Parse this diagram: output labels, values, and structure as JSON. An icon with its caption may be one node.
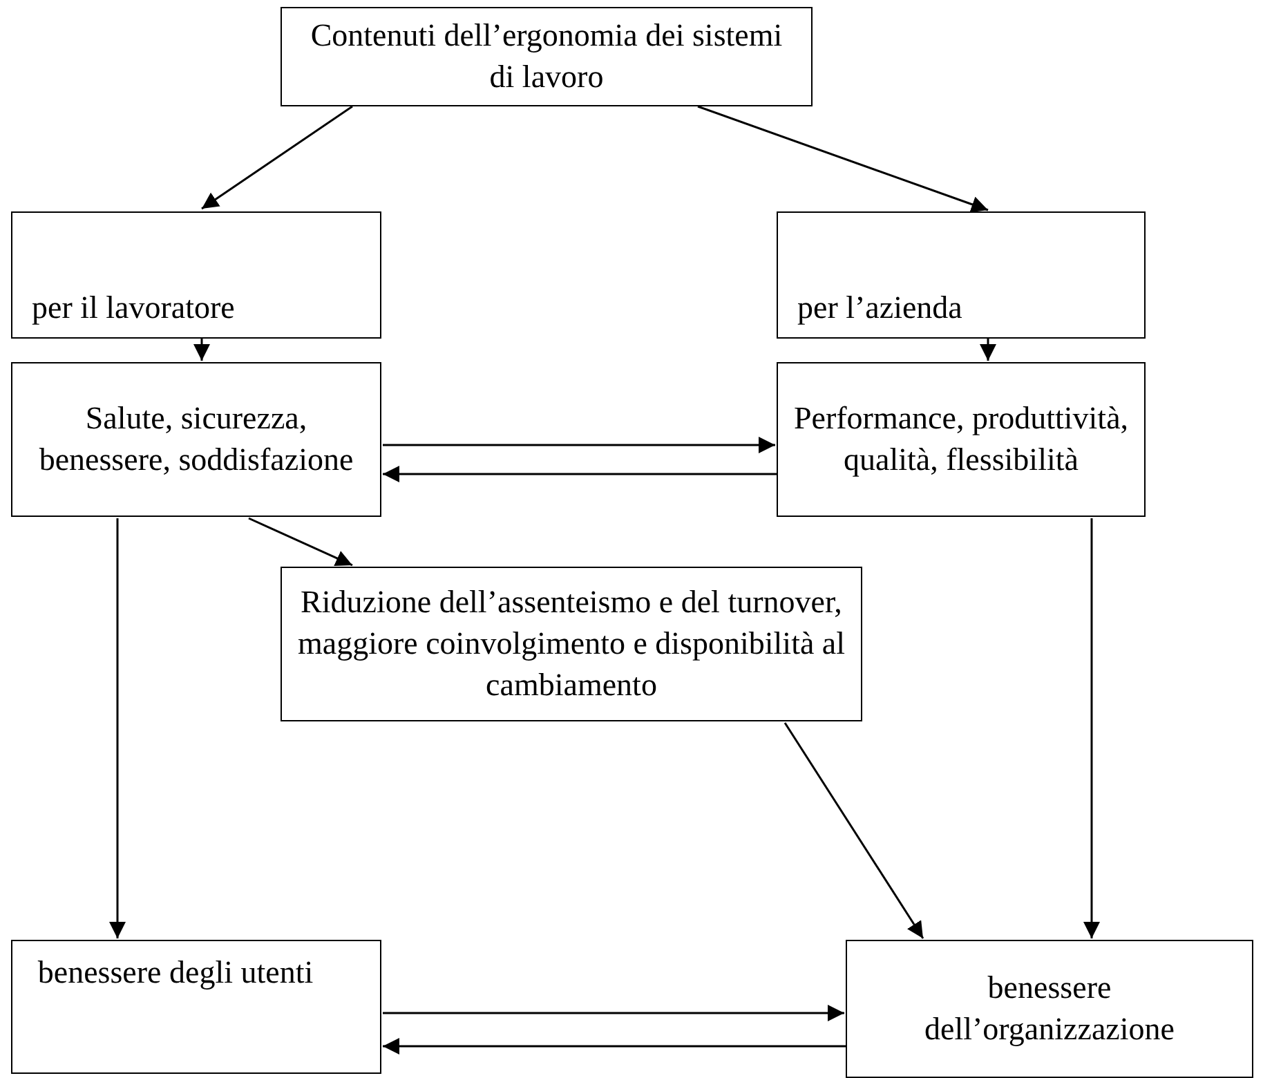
{
  "diagram": {
    "nodes": [
      {
        "text": [
          "Contenuti dell’ergonomia dei sistemi di lavoro"
        ]
      },
      {
        "text": [
          "per il lavoratore"
        ]
      },
      {
        "text": [
          "per l’azienda"
        ]
      },
      {
        "text": [
          "Salute, sicurezza, benessere, soddisfazione"
        ]
      },
      {
        "text": [
          "Performance, produttività, qualità, flessibilità"
        ]
      },
      {
        "text": [
          "Riduzione dell’assenteismo e del turnover, maggiore coinvolgimento e disponibilità al cambiamento"
        ]
      },
      {
        "text": [
          "benessere degli utenti"
        ]
      },
      {
        "text": [
          "benessere dell’organizzazione"
        ]
      }
    ],
    "edges": [
      {
        "from": 0,
        "to": 1,
        "arrow": "to"
      },
      {
        "from": 0,
        "to": 2,
        "arrow": "to"
      },
      {
        "from": 1,
        "to": 3,
        "arrow": "to"
      },
      {
        "from": 2,
        "to": 4,
        "arrow": "to"
      },
      {
        "from": 3,
        "to": 4,
        "arrow": "to"
      },
      {
        "from": 4,
        "to": 3,
        "arrow": "to"
      },
      {
        "from": 3,
        "to": 5,
        "arrow": "to"
      },
      {
        "from": 3,
        "to": 6,
        "arrow": "to"
      },
      {
        "from": 4,
        "to": 7,
        "arrow": "to"
      },
      {
        "from": 5,
        "to": 7,
        "arrow": "to"
      },
      {
        "from": 6,
        "to": 7,
        "arrow": "to"
      },
      {
        "from": 7,
        "to": 6,
        "arrow": "to"
      }
    ]
  }
}
